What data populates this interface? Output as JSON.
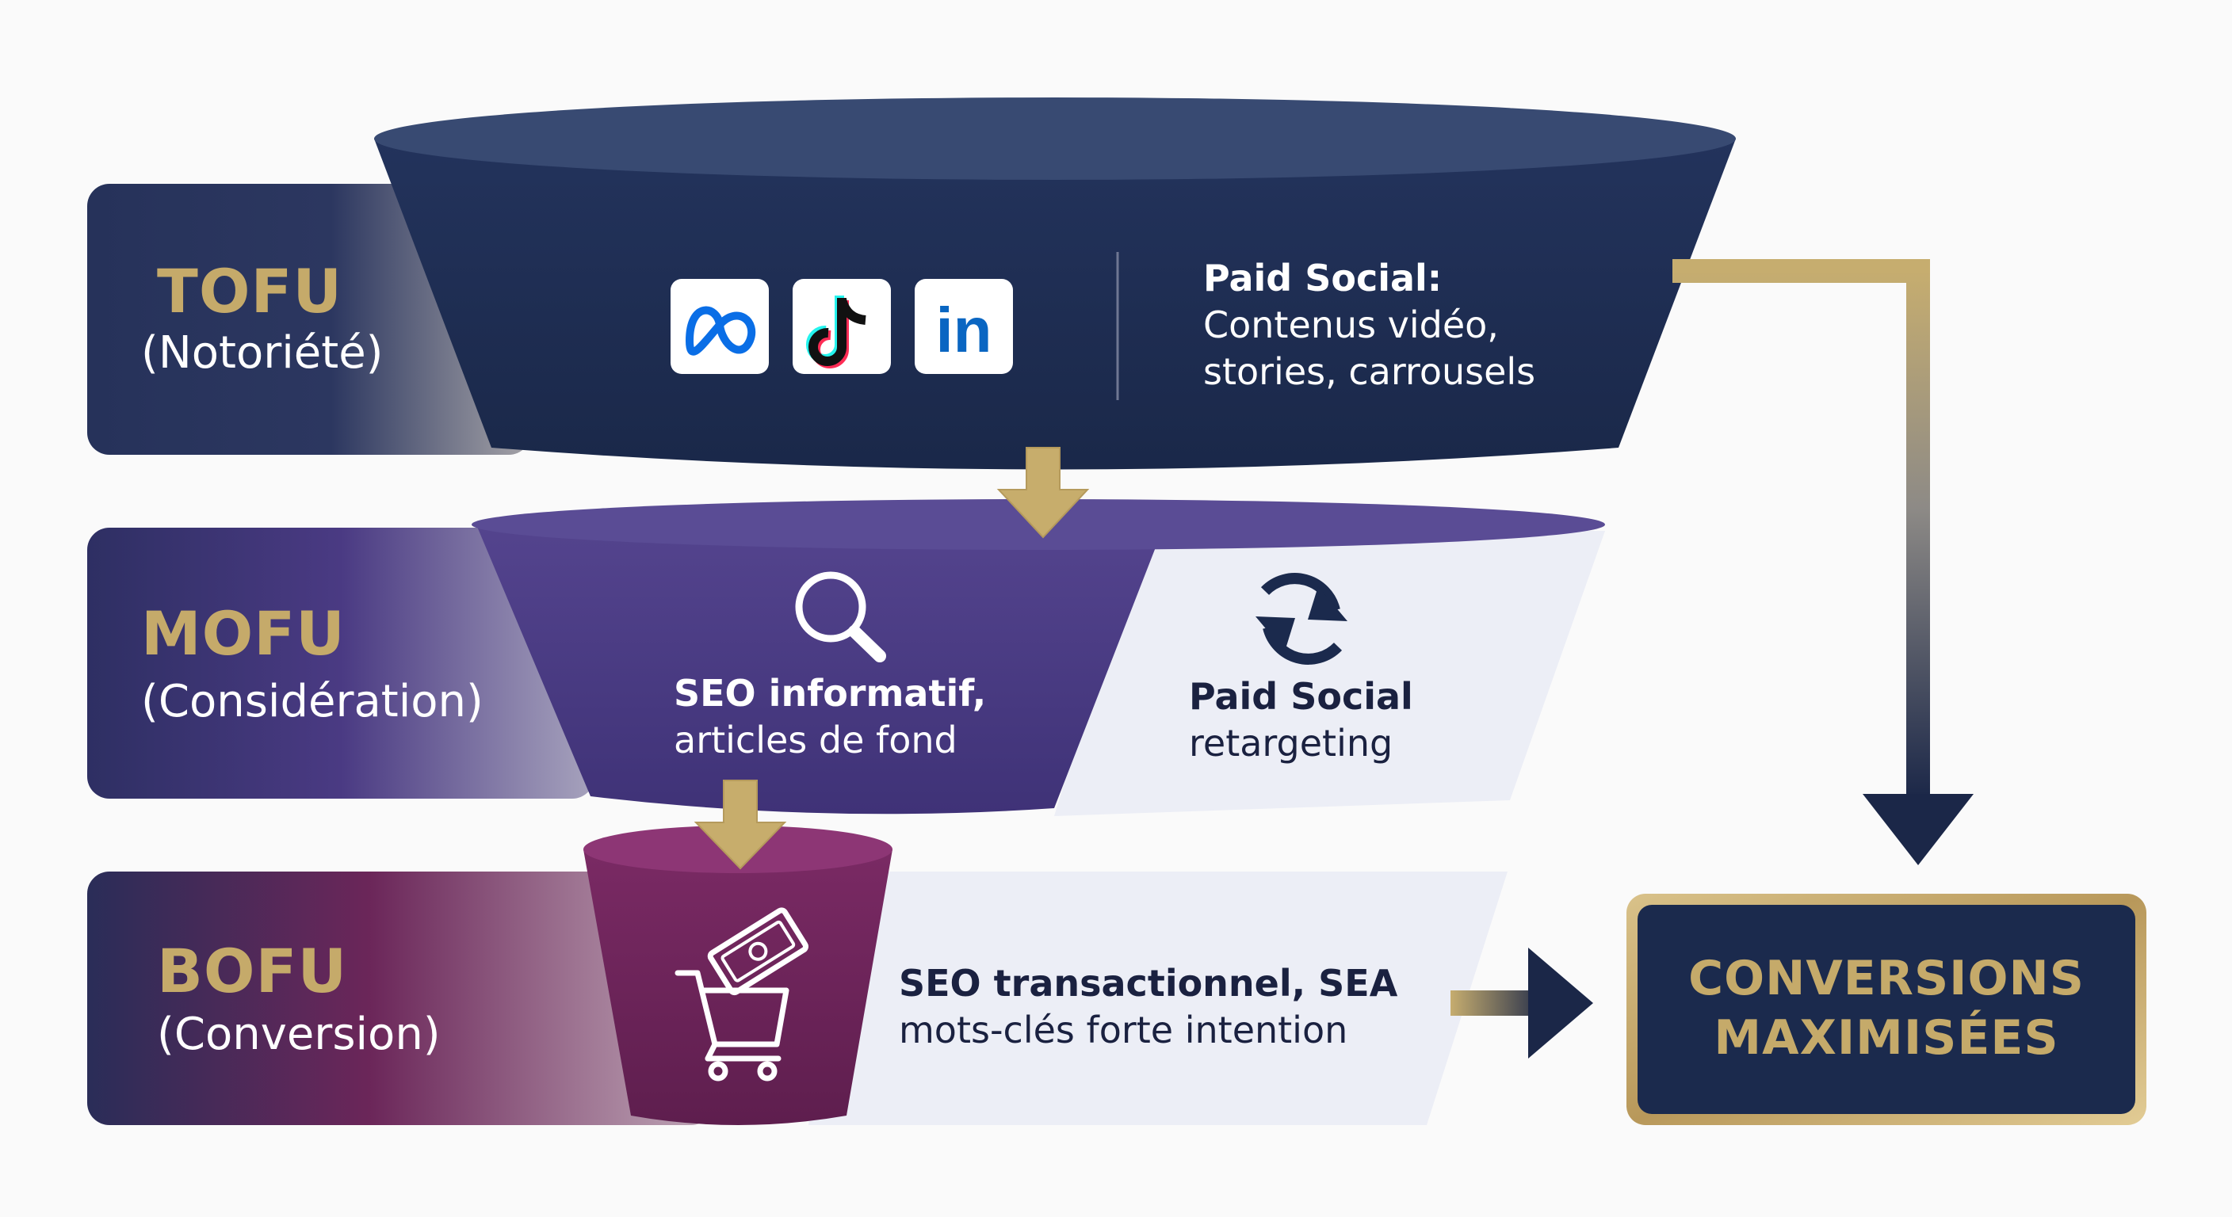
{
  "stages": [
    {
      "title": "TOFU",
      "subtitle": "(Notoriété)"
    },
    {
      "title": "MOFU",
      "subtitle": "(Considération)"
    },
    {
      "title": "BOFU",
      "subtitle": "(Conversion)"
    }
  ],
  "tofu": {
    "icons": [
      "meta-icon",
      "tiktok-icon",
      "linkedin-icon"
    ],
    "heading": "Paid Social:",
    "line1": "Contenus vidéo,",
    "line2": "stories, carrousels"
  },
  "mofu": {
    "left_heading": "SEO informatif,",
    "left_line": "articles de fond",
    "right_heading": "Paid Social",
    "right_line": "retargeting",
    "icons": [
      "search-icon",
      "refresh-icon"
    ]
  },
  "bofu": {
    "heading": "SEO transactionnel, SEA",
    "line": "mots-clés forte intention",
    "icon": "shopping-cart-icon"
  },
  "result": {
    "line1": "CONVERSIONS",
    "line2": "MAXIMISÉES"
  },
  "colors": {
    "navy": "#1b2a4d",
    "purple": "#4b3a85",
    "plum": "#6a2257",
    "gold": "#c5aa6a",
    "panel_light": "#eceef6",
    "background": "#fafafa"
  }
}
